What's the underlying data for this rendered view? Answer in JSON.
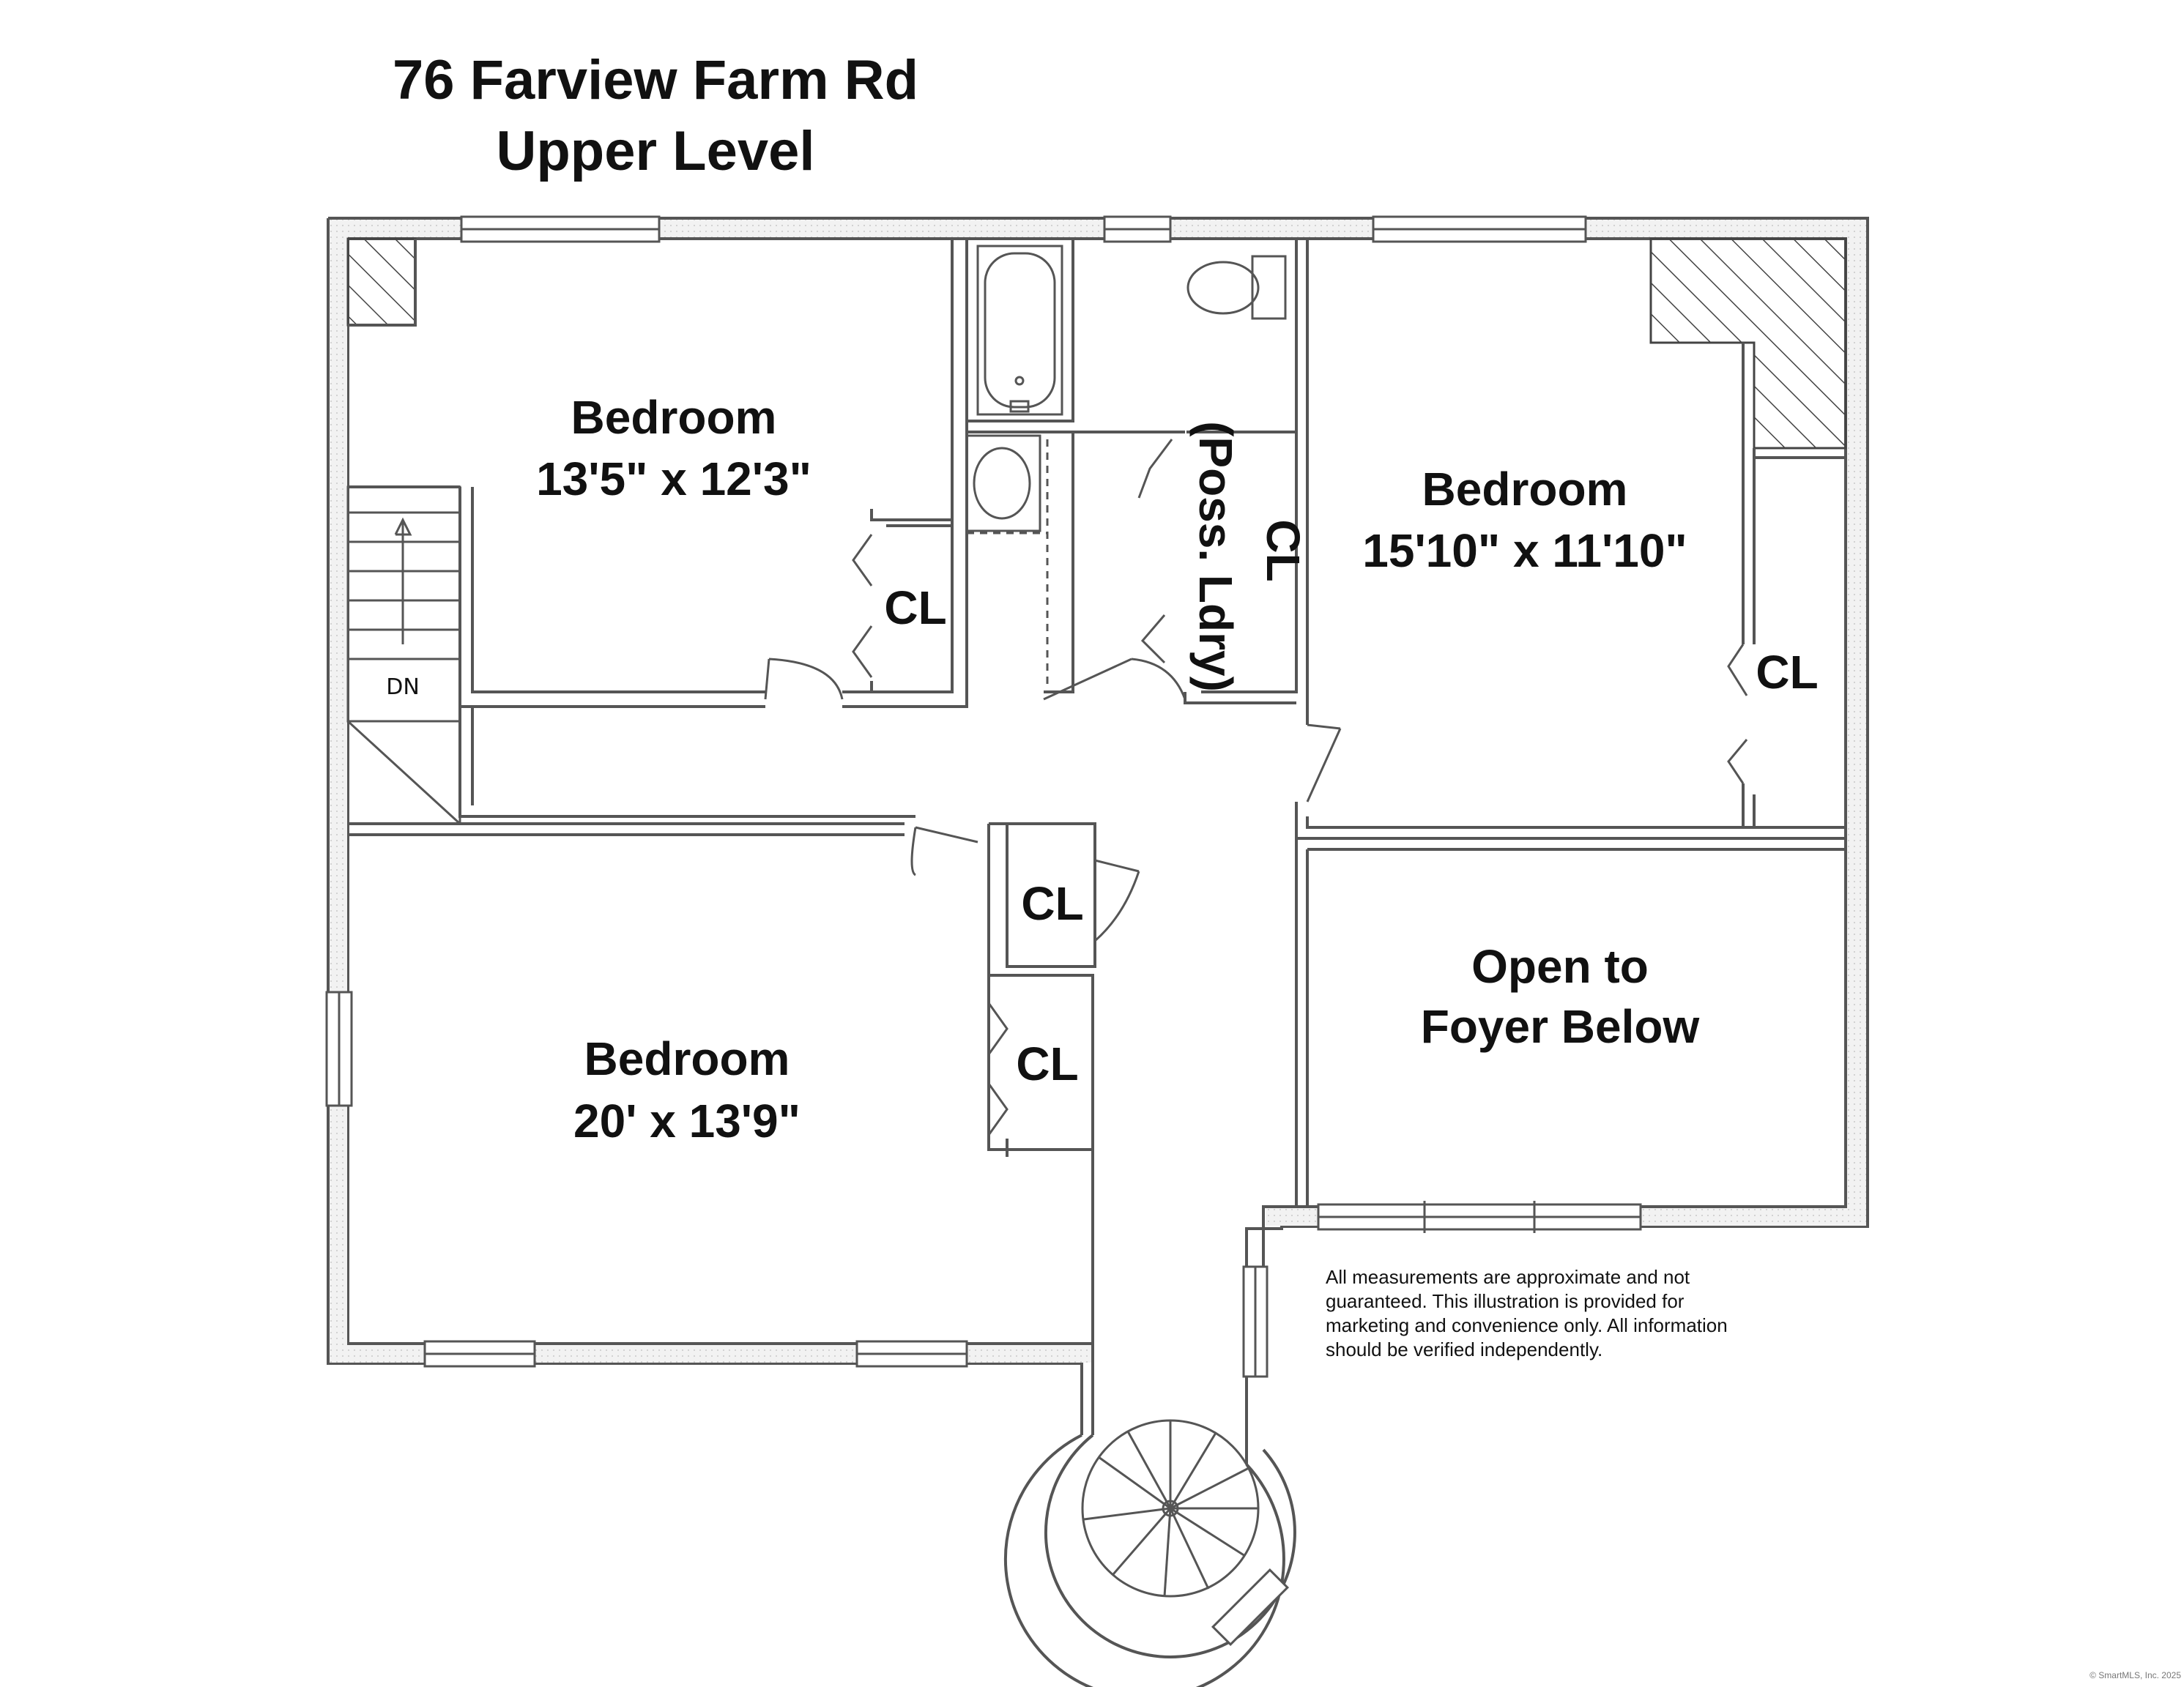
{
  "title": {
    "address": "76 Farview Farm Rd",
    "level": "Upper Level"
  },
  "rooms": {
    "bedroom_1": {
      "name": "Bedroom",
      "dimensions": "13'5\" x 12'3\""
    },
    "bedroom_2": {
      "name": "Bedroom",
      "dimensions": "15'10\" x 11'10\""
    },
    "bedroom_3": {
      "name": "Bedroom",
      "dimensions": "20' x 13'9\""
    },
    "open_area": {
      "line1": "Open to",
      "line2": "Foyer Below"
    }
  },
  "closets": {
    "cl_bedroom_1": "CL",
    "cl_hall": "CL",
    "cl_hall_laundry_1": "(Poss. Ldry)",
    "cl_bedroom_2": "CL",
    "cl_bedroom_3_upper": "CL",
    "cl_bedroom_3_lower": "CL"
  },
  "stair_label": "DN",
  "disclaimer": [
    "All measurements are approximate and not",
    "guaranteed. This illustration is provided for",
    "marketing and convenience only. All information",
    "should be verified independently."
  ],
  "copyright": "© SmartMLS, Inc. 2025",
  "colors": {
    "wall": "#555555",
    "wall_fill": "#f4f4f4",
    "ink": "#111111",
    "hatch": "#444444"
  }
}
